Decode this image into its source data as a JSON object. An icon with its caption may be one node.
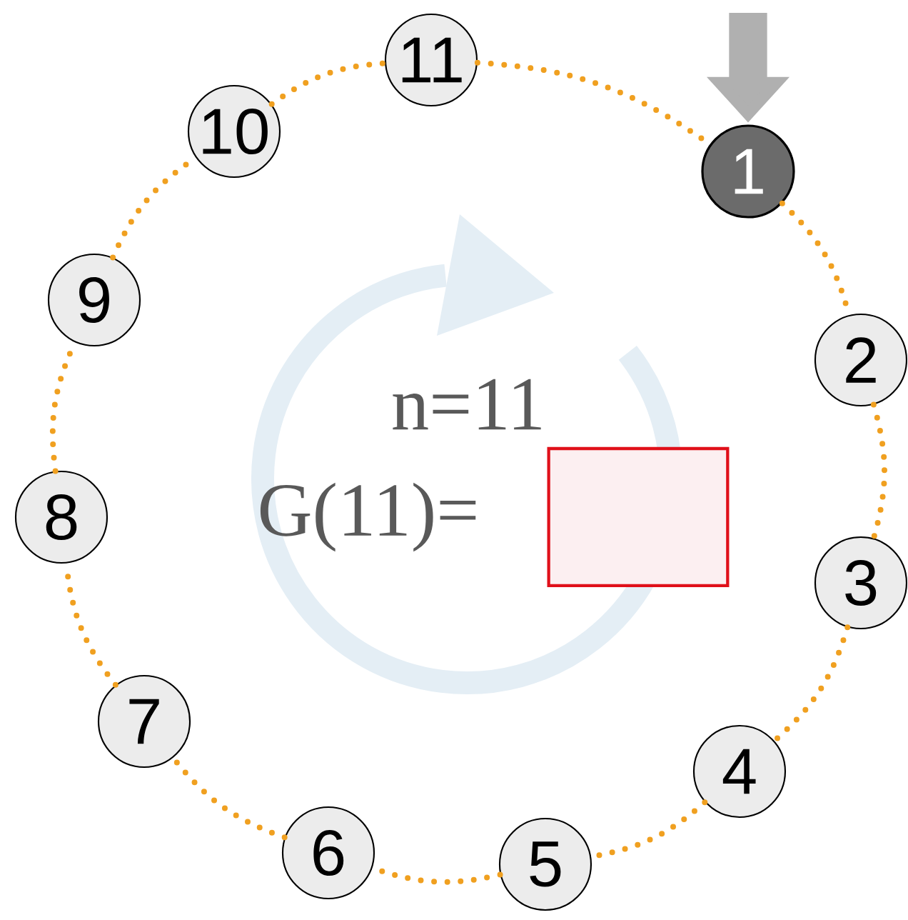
{
  "diagram": {
    "nodes": [
      {
        "text": [
          "1"
        ]
      },
      {
        "text": [
          "2"
        ]
      },
      {
        "text": [
          "3"
        ]
      },
      {
        "text": [
          "4"
        ]
      },
      {
        "text": [
          "5"
        ]
      },
      {
        "text": [
          "6"
        ]
      },
      {
        "text": [
          "7"
        ]
      },
      {
        "text": [
          "8"
        ]
      },
      {
        "text": [
          "9"
        ]
      },
      {
        "text": [
          "10"
        ]
      },
      {
        "text": [
          "11"
        ]
      },
      {
        "text": [],
        "shape": "box"
      }
    ],
    "edges": [
      {
        "from": 0,
        "to": 1,
        "arrow": "none",
        "style": "dashed"
      },
      {
        "from": 1,
        "to": 2,
        "arrow": "none",
        "style": "dashed"
      },
      {
        "from": 2,
        "to": 3,
        "arrow": "none",
        "style": "dashed"
      },
      {
        "from": 3,
        "to": 4,
        "arrow": "none",
        "style": "dashed"
      },
      {
        "from": 4,
        "to": 5,
        "arrow": "none",
        "style": "dashed"
      },
      {
        "from": 5,
        "to": 6,
        "arrow": "none",
        "style": "dashed"
      },
      {
        "from": 6,
        "to": 7,
        "arrow": "none",
        "style": "dashed"
      },
      {
        "from": 7,
        "to": 8,
        "arrow": "none",
        "style": "dashed"
      },
      {
        "from": 8,
        "to": 9,
        "arrow": "none",
        "style": "dashed"
      },
      {
        "from": 9,
        "to": 10,
        "arrow": "none",
        "style": "dashed"
      },
      {
        "from": 10,
        "to": 0,
        "arrow": "none",
        "style": "dashed"
      },
      {
        "from": null,
        "to": 0,
        "arrow": "to",
        "style": "thick",
        "color": "#b0b0b0"
      }
    ],
    "labels": [
      "n=11",
      "G(11)="
    ]
  }
}
